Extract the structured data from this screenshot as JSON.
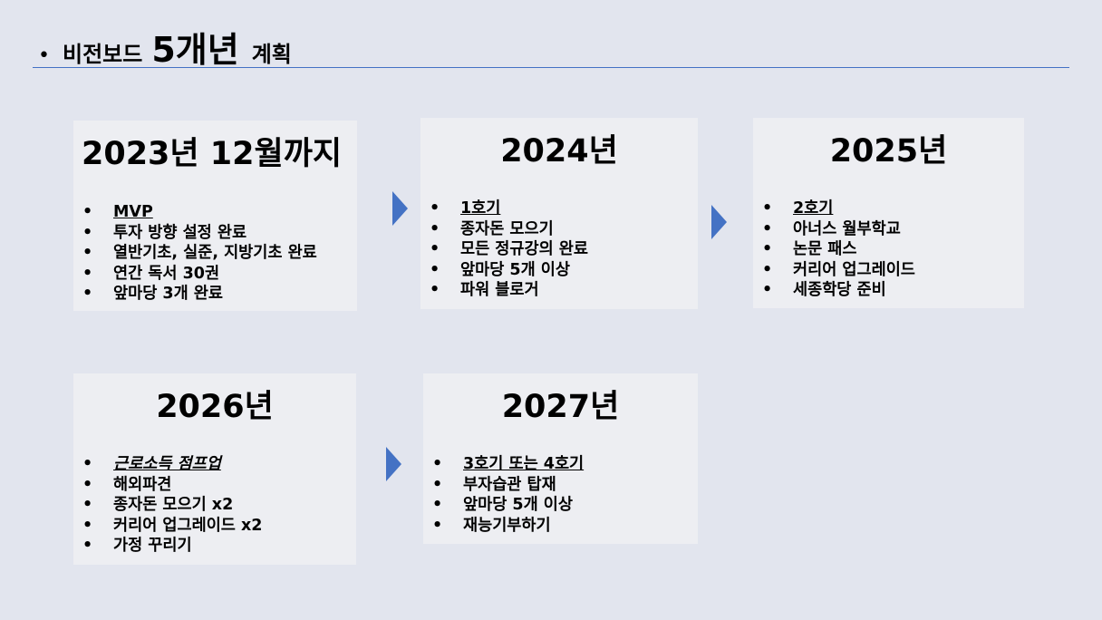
{
  "title": {
    "bullet": "•",
    "part1": "비전보드",
    "part2": "5개년",
    "part3": "계획"
  },
  "bullet": "•",
  "cards": [
    {
      "title": "2023년  12월까지",
      "items": [
        "MVP",
        "투자 방향 설정 완료",
        "열반기초, 실준, 지방기초 완료",
        "연간 독서 30권",
        "앞마당 3개 완료"
      ]
    },
    {
      "title": "2024년",
      "items": [
        "1호기",
        "종자돈 모으기",
        "모든 정규강의 완료",
        "앞마당 5개 이상",
        "파워 블로거"
      ]
    },
    {
      "title": "2025년",
      "items": [
        "2호기",
        "아너스 월부학교",
        "논문 패스",
        "커리어 업그레이드",
        "세종학당 준비"
      ]
    },
    {
      "title": "2026년",
      "items": [
        "근로소득 점프업",
        "해외파견",
        "종자돈 모으기 x2",
        "커리어 업그레이드 x2",
        "가정 꾸리기"
      ]
    },
    {
      "title": "2027년",
      "items": [
        "3호기 또는 4호기",
        "부자습관 탑재",
        "앞마당 5개 이상",
        "재능기부하기"
      ]
    }
  ],
  "colors": {
    "background": "#e2e5ee",
    "card": "#edeef2",
    "accent": "#4472c4"
  }
}
